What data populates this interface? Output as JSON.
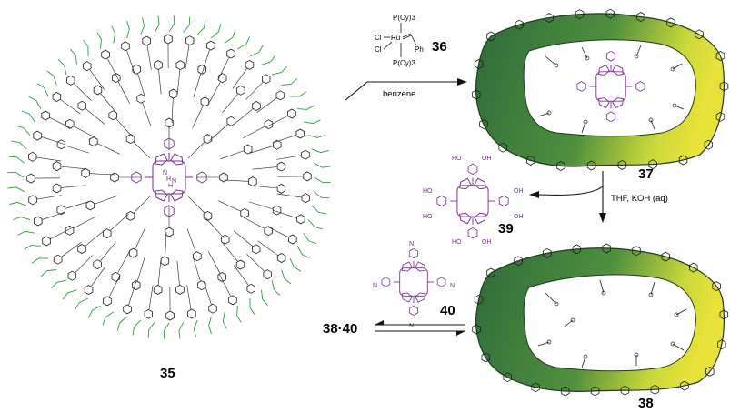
{
  "compounds": {
    "dendrimer": "35",
    "catalyst": "36",
    "crosslinked_box": "37",
    "hollow_box": "38",
    "porphyrin_octol": "39",
    "pyridyl_porphyrin": "40",
    "complex": "38·40"
  },
  "catalyst_structure": {
    "top_ligand": "P(Cy)3",
    "bottom_ligand": "P(Cy)3",
    "metal": "Ru",
    "cl_upper": "Cl",
    "cl_lower": "Cl",
    "phenyl": "Ph"
  },
  "conditions": {
    "step1": "benzene",
    "step2": "THF, KOH (aq)"
  },
  "porphyrin_labels": {
    "nh_upper": "N",
    "h_upper": "H",
    "nh_lower": "N",
    "h_lower": "H",
    "ho": "HO",
    "oh": "OH",
    "n": "N",
    "h": "H"
  },
  "colors": {
    "porphyrin": "#7a2e8f",
    "alkene_periphery": "#2e9b3e",
    "core_dark": "#1c1c1c",
    "box_dark_green": "#2f6b3a",
    "box_yellow": "#e8e23a"
  }
}
